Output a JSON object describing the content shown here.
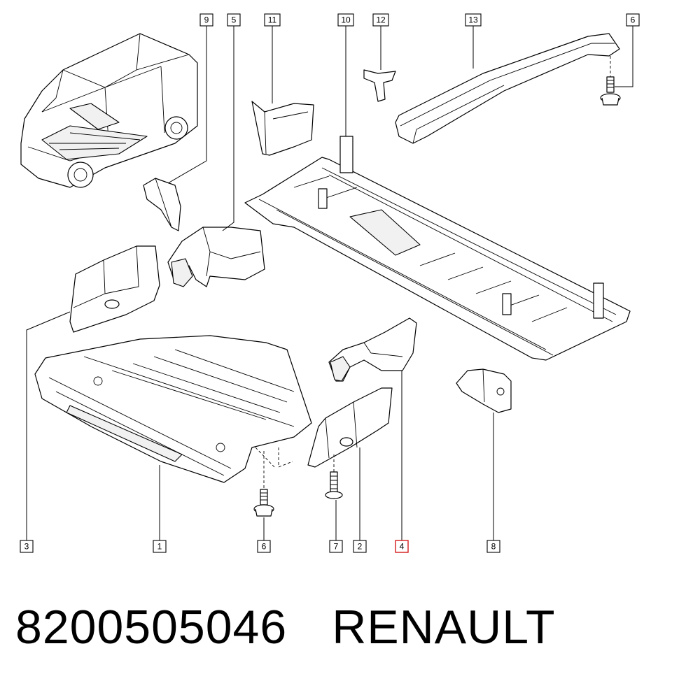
{
  "callouts": [
    {
      "label": "9",
      "highlight": false
    },
    {
      "label": "5",
      "highlight": false
    },
    {
      "label": "11",
      "highlight": false
    },
    {
      "label": "10",
      "highlight": false
    },
    {
      "label": "12",
      "highlight": false
    },
    {
      "label": "13",
      "highlight": false
    },
    {
      "label": "6",
      "highlight": false
    },
    {
      "label": "3",
      "highlight": false
    },
    {
      "label": "1",
      "highlight": false
    },
    {
      "label": "6",
      "highlight": false
    },
    {
      "label": "7",
      "highlight": false
    },
    {
      "label": "2",
      "highlight": false
    },
    {
      "label": "4",
      "highlight": true
    },
    {
      "label": "8",
      "highlight": false
    }
  ],
  "footer": {
    "part_number": "8200505046",
    "brand": "RENAULT"
  },
  "colors": {
    "line": "#000000",
    "highlight": "#d41a1a",
    "background": "#ffffff"
  }
}
